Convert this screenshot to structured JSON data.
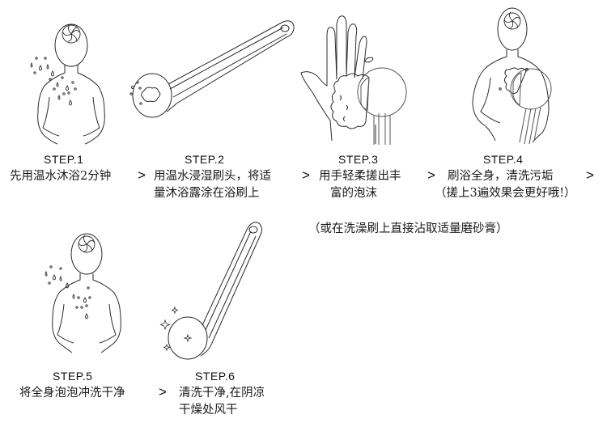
{
  "diagram": {
    "type": "bath-brush-usage-instructions",
    "stroke_color": "#2a2a2a",
    "background": "#ffffff",
    "separator_symbol": ">",
    "steps": [
      {
        "label": "STEP.1",
        "icon": "woman-showering-icon",
        "lines": [
          "先用温水沐浴2分钟"
        ]
      },
      {
        "label": "STEP.2",
        "icon": "brush-with-gel-icon",
        "lines": [
          "用温水浸湿刷头，将适",
          "量沐浴露涂在浴刷上"
        ]
      },
      {
        "label": "STEP.3",
        "icon": "hand-lathering-icon",
        "lines": [
          "用手轻柔搓出丰",
          "富的泡沫"
        ]
      },
      {
        "label": "STEP.4",
        "icon": "woman-brushing-body-icon",
        "lines": [
          "刷浴全身，清洗污垢",
          "（搓上3遍效果会更好哦!）"
        ]
      },
      {
        "label": "STEP.5",
        "icon": "woman-rinsing-icon",
        "lines": [
          "将全身泡泡冲洗干净"
        ]
      },
      {
        "label": "STEP.6",
        "icon": "clean-brush-sparkle-icon",
        "lines": [
          "清洗干净,在阴凉",
          "干燥处风干"
        ]
      }
    ],
    "note": "（或在洗澡刷上直接沾取适量磨砂膏）"
  }
}
